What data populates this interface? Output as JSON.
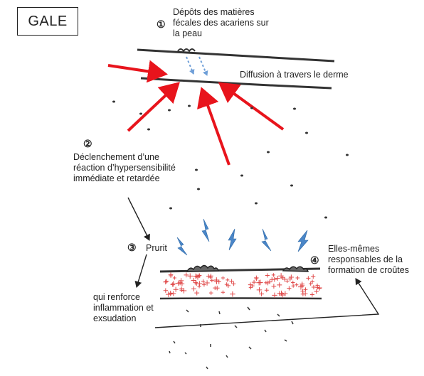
{
  "title": "GALE",
  "step1": {
    "number": "①",
    "lines": [
      "Dépôts des matières",
      "fécales des acariens sur",
      "la peau"
    ]
  },
  "diffusion_label": "Diffusion à travers le derme",
  "step2": {
    "number": "②",
    "lines": [
      "Déclenchement d’une",
      "réaction d’hypersensibilité",
      "immédiate et retardée"
    ]
  },
  "step3": {
    "number": "③",
    "label": "Prurit"
  },
  "step3_effect": {
    "lines": [
      "qui renforce",
      "inflammation et",
      "exsudation"
    ]
  },
  "step4": {
    "number": "④",
    "lines": [
      "Elles-mêmes",
      "responsables de la",
      "formation de croûtes"
    ]
  },
  "colors": {
    "red_arrow": "#e8141c",
    "blue_dotted": "#6f9fd8",
    "lightning": "#4a86c8",
    "red_cross": "#e04a4a",
    "ink": "#222222"
  },
  "icons": [
    "red-arrow",
    "lightning-bolt-icon",
    "crust-icon",
    "red-cross-mark"
  ]
}
